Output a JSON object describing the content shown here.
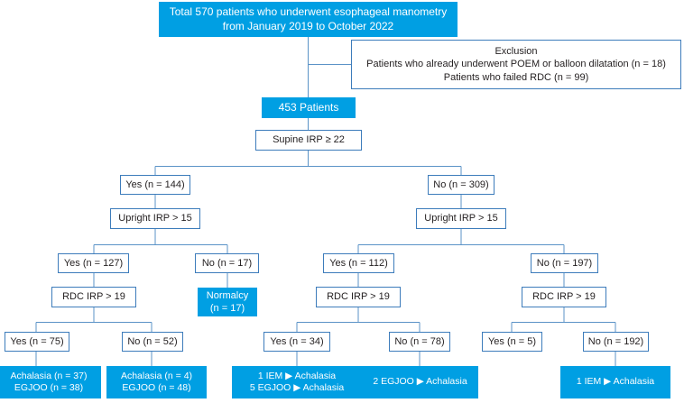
{
  "diagram": {
    "title": "Patient flow diagram of esophageal manometry classification",
    "colors": {
      "accent_blue": "#009fe3",
      "border_blue": "#3d7cbb",
      "line_blue": "#5b93c7",
      "text_dark": "#231f20",
      "text_light": "#ffffff",
      "background": "#ffffff"
    },
    "arrow_glyph": "▶",
    "nodes": {
      "root": {
        "line1": "Total 570 patients who underwent esophageal manometry",
        "line2": "from January 2019 to October 2022",
        "style": "blue"
      },
      "exclusion": {
        "line1": "Exclusion",
        "line2": "Patients who already underwent POEM or balloon dilatation (n = 18)",
        "line3": "Patients who failed RDC (n = 99)",
        "style": "white"
      },
      "patients_453": {
        "line1": "453 Patients",
        "style": "blue"
      },
      "supine_irp": {
        "line1": "Supine IRP ≥ 22",
        "style": "white"
      },
      "supine_yes": {
        "line1": "Yes (n = 144)",
        "style": "white"
      },
      "supine_no": {
        "line1": "No (n = 309)",
        "style": "white"
      },
      "upright_irp_left": {
        "line1": "Upright IRP > 15",
        "style": "white"
      },
      "upright_irp_right": {
        "line1": "Upright IRP > 15",
        "style": "white"
      },
      "upright_left_yes": {
        "line1": "Yes (n = 127)",
        "style": "white"
      },
      "upright_left_no": {
        "line1": "No (n = 17)",
        "style": "white"
      },
      "upright_right_yes": {
        "line1": "Yes (n = 112)",
        "style": "white"
      },
      "upright_right_no": {
        "line1": "No (n = 197)",
        "style": "white"
      },
      "normalcy": {
        "line1": "Normalcy",
        "line2": "(n = 17)",
        "style": "blue"
      },
      "rdc_irp_1": {
        "line1": "RDC IRP > 19",
        "style": "white"
      },
      "rdc_irp_2": {
        "line1": "RDC IRP > 19",
        "style": "white"
      },
      "rdc_irp_3": {
        "line1": "RDC IRP > 19",
        "style": "white"
      },
      "rdc1_yes": {
        "line1": "Yes (n = 75)",
        "style": "white"
      },
      "rdc1_no": {
        "line1": "No (n = 52)",
        "style": "white"
      },
      "rdc2_yes": {
        "line1": "Yes (n = 34)",
        "style": "white"
      },
      "rdc2_no": {
        "line1": "No (n = 78)",
        "style": "white"
      },
      "rdc3_yes": {
        "line1": "Yes (n = 5)",
        "style": "white"
      },
      "rdc3_no": {
        "line1": "No (n = 192)",
        "style": "white"
      },
      "outcome_1": {
        "line1": "Achalasia (n = 37)",
        "line2": "EGJOO (n = 38)",
        "style": "blue"
      },
      "outcome_2": {
        "line1": "Achalasia (n = 4)",
        "line2": "EGJOO (n = 48)",
        "style": "blue"
      },
      "outcome_3": {
        "line1": "1 IEM ▶ Achalasia",
        "line2": "5 EGJOO ▶ Achalasia",
        "style": "blue"
      },
      "outcome_4": {
        "line1": "2 EGJOO ▶ Achalasia",
        "style": "blue"
      },
      "outcome_5": {
        "line1": "1 IEM ▶ Achalasia",
        "style": "blue"
      }
    }
  }
}
